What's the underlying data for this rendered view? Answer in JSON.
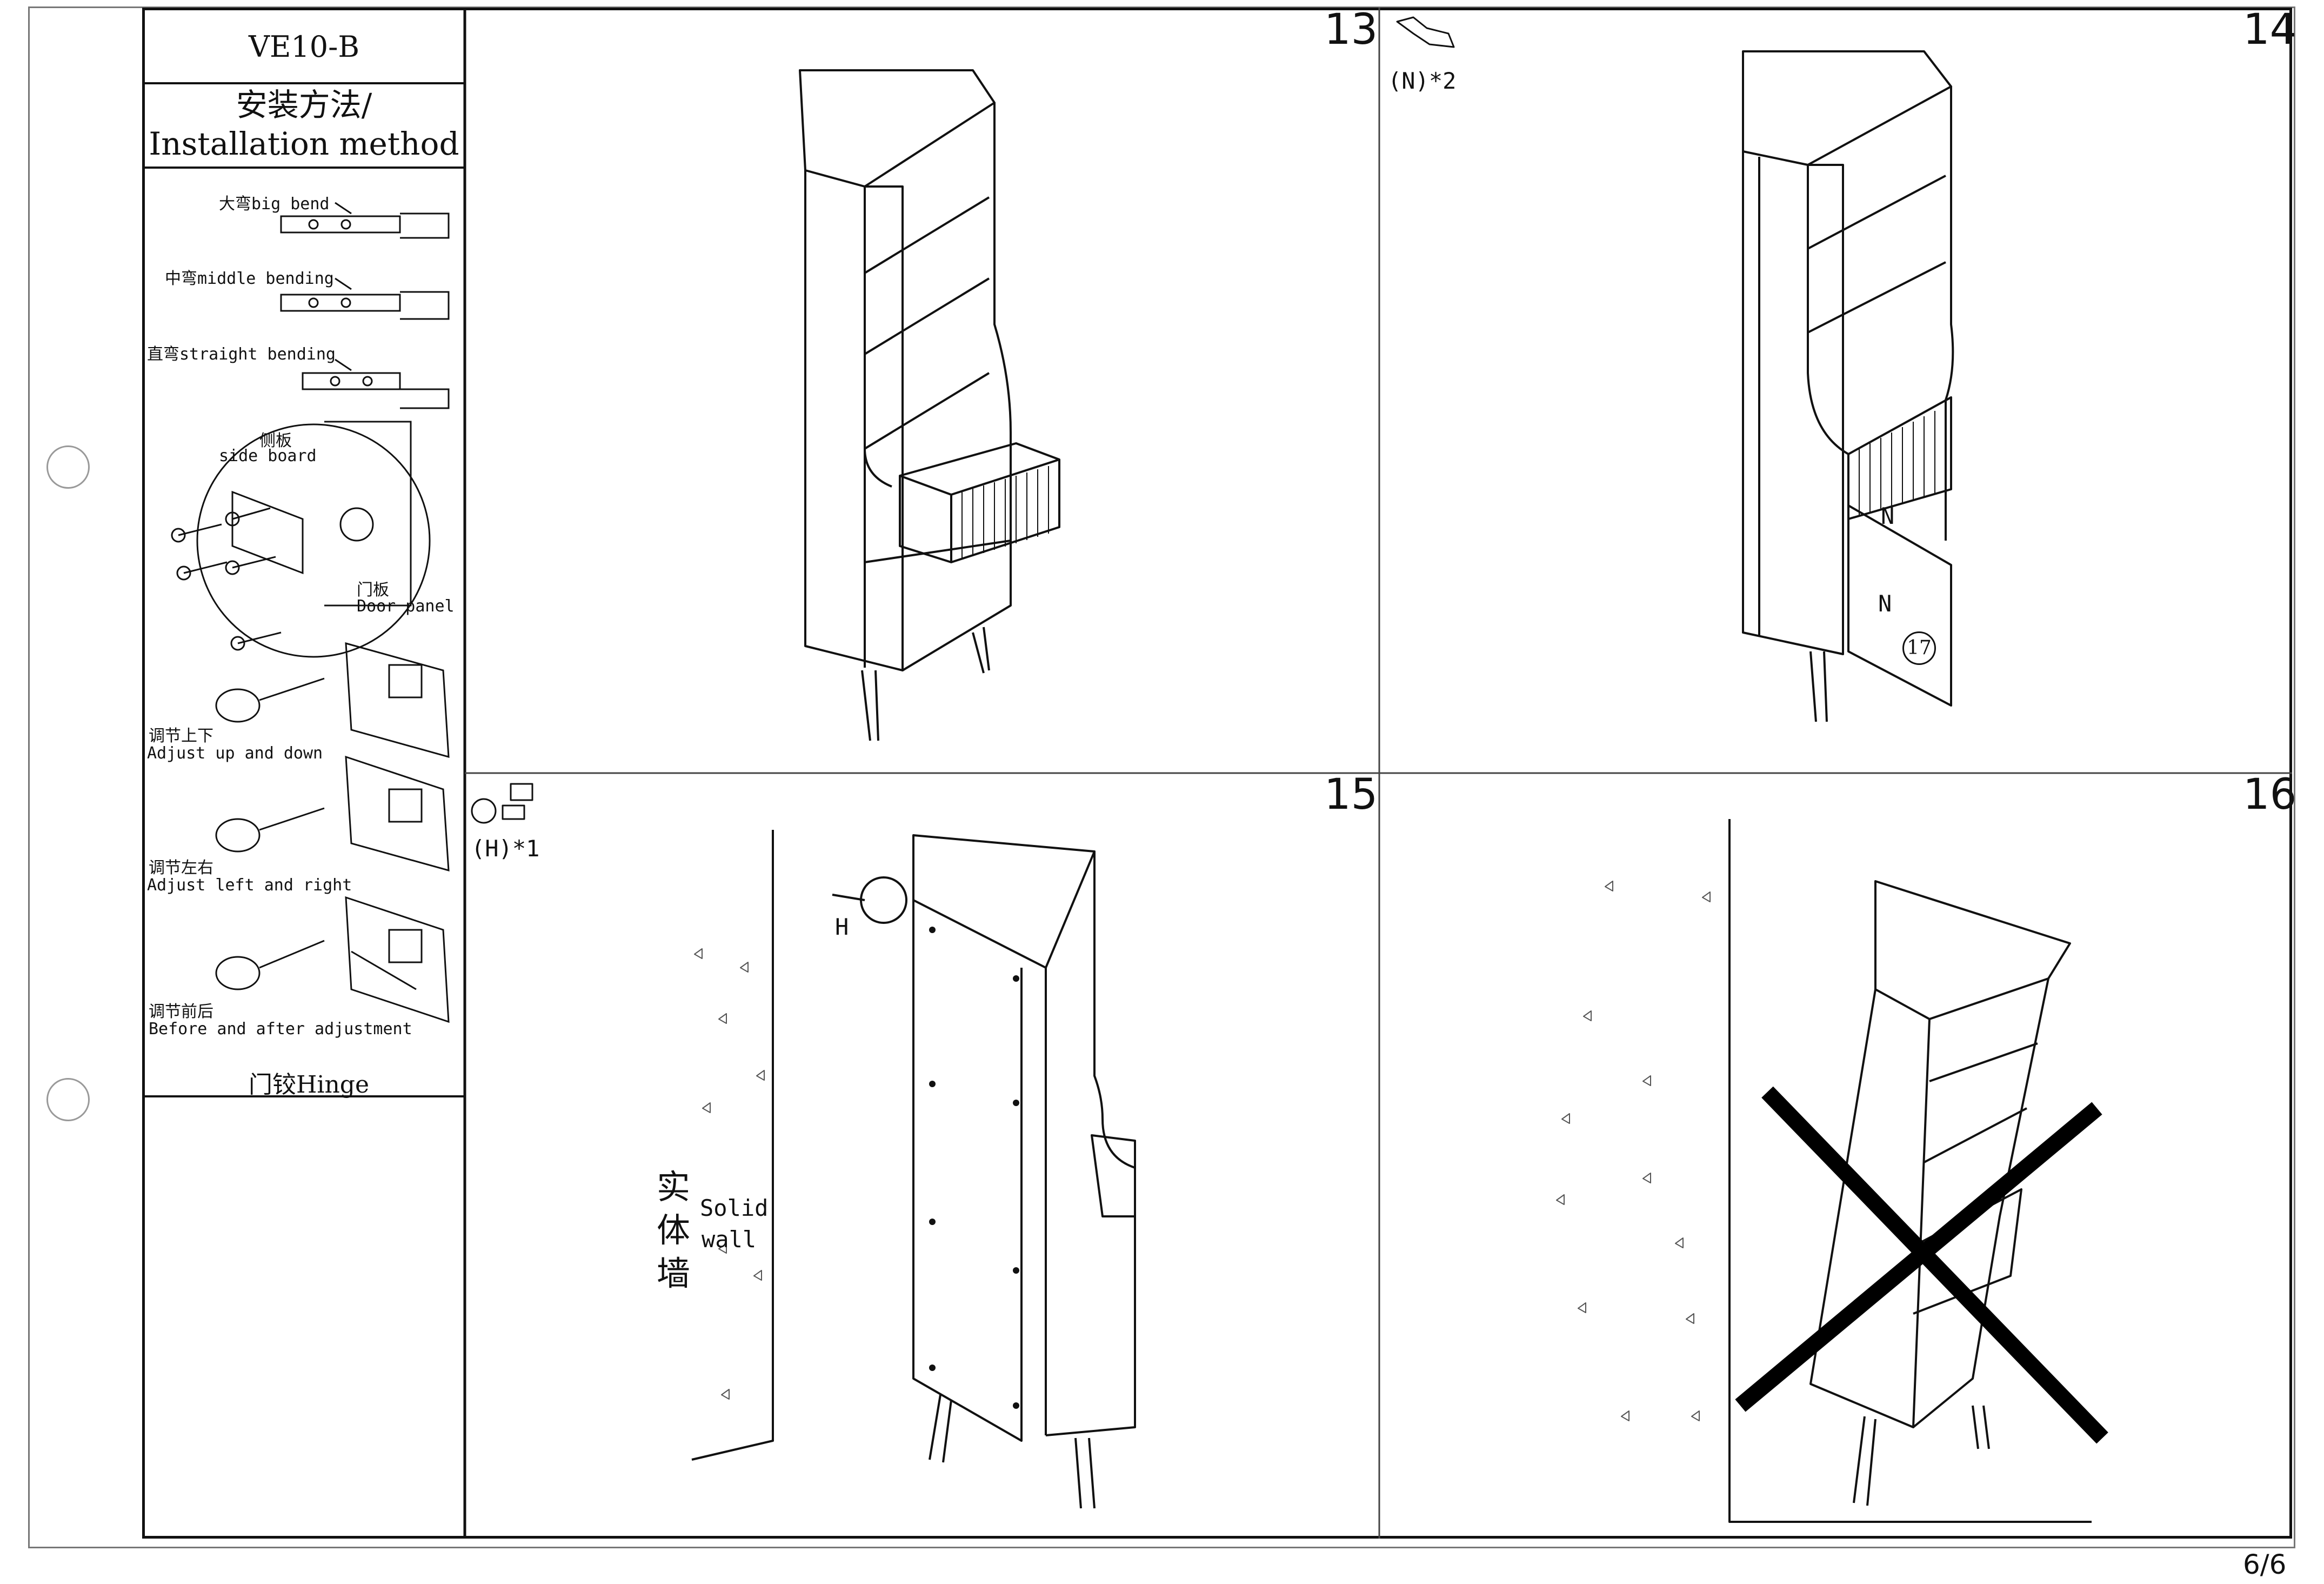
{
  "sheet": {
    "model": "VE10-B",
    "page_indicator": "6/6"
  },
  "sidebar": {
    "title_line1": "安装方法/",
    "title_line2": "Installation method",
    "hinge_types": [
      {
        "label": "大弯big bend"
      },
      {
        "label": "中弯middle bending"
      },
      {
        "label": "直弯straight bending"
      }
    ],
    "side_board_cn": "侧板",
    "side_board_en": "side board",
    "door_panel_cn": "门板",
    "door_panel_en": "Door panel",
    "adjust_updown_cn": "调节上下",
    "adjust_updown_en": "Adjust up and down",
    "adjust_leftright_cn": "调节左右",
    "adjust_leftright_en": "Adjust left and right",
    "adjust_frontback_cn": "调节前后",
    "adjust_frontback_en": "Before and after adjustment",
    "hinge_caption": "门铰Hinge"
  },
  "steps": [
    {
      "number": "13"
    },
    {
      "number": "14",
      "parts_label": "(N)*2",
      "callout_1": "N",
      "callout_2": "N",
      "part_ref": "17"
    },
    {
      "number": "15",
      "parts_label": "(H)*1",
      "callout": "H",
      "wall_cn_1": "实",
      "wall_cn_2": "体",
      "wall_cn_3": "墙",
      "wall_en_1": "Solid",
      "wall_en_2": "wall"
    },
    {
      "number": "16"
    }
  ]
}
